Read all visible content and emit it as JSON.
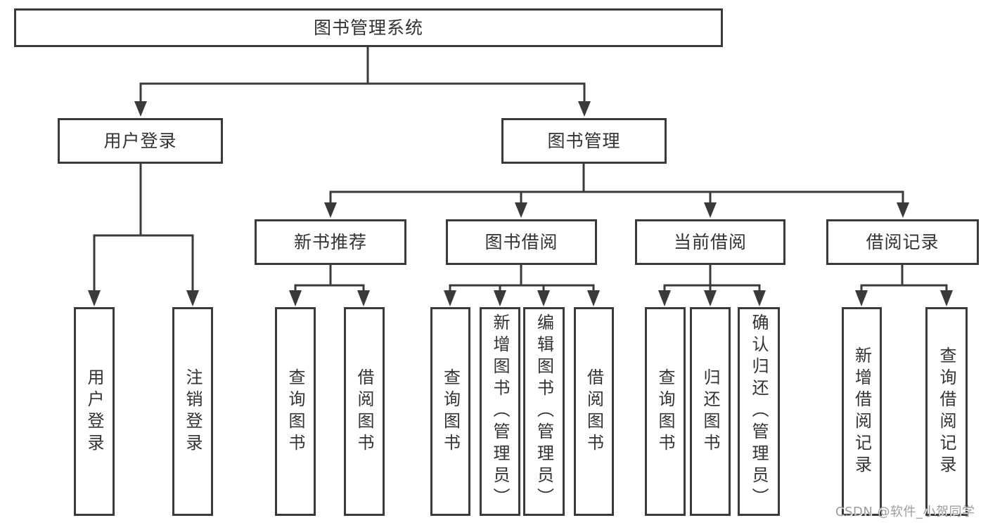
{
  "tree": {
    "root": "图书管理系统",
    "branches": [
      {
        "label": "用户登录",
        "leaves": [
          "用户登录",
          "注销登录"
        ]
      },
      {
        "label": "图书管理",
        "groups": [
          {
            "label": "新书推荐",
            "leaves": [
              "查询图书",
              "借阅图书"
            ]
          },
          {
            "label": "图书借阅",
            "leaves": [
              "查询图书",
              "新增图书（管理员）",
              "编辑图书（管理员）",
              "借阅图书"
            ]
          },
          {
            "label": "当前借阅",
            "leaves": [
              "查询图书",
              "归还图书",
              "确认归还（管理员）"
            ]
          },
          {
            "label": "借阅记录",
            "leaves": [
              "新增借阅记录",
              "查询借阅记录"
            ]
          }
        ]
      }
    ]
  },
  "watermark": "CSDN @软件_小贺同学",
  "colors": {
    "line": "#3a3a3a",
    "text": "#333333",
    "watermark": "#9e9e9e",
    "background": "#ffffff"
  }
}
